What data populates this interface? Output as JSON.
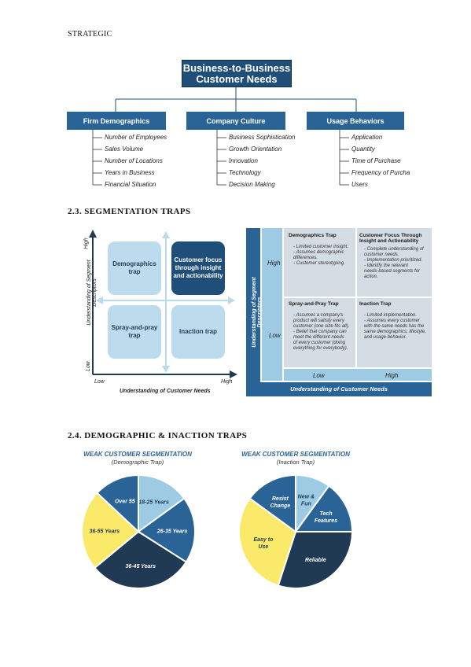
{
  "header": {
    "label": "STRATEGIC"
  },
  "tree": {
    "root": "Business-to-Business Customer Needs",
    "categories": [
      {
        "label": "Firm Demographics",
        "items": [
          "Number of Employees",
          "Sales Volume",
          "Number of Locations",
          "Years in Business",
          "Financial Situation"
        ]
      },
      {
        "label": "Company Culture",
        "items": [
          "Business Sophistication",
          "Growth Orientation",
          "Innovation",
          "Technology",
          "Decision Making"
        ]
      },
      {
        "label": "Usage Behaviors",
        "items": [
          "Application",
          "Quantity",
          "Time of Purchase",
          "Frequency of Purcha",
          "Users"
        ]
      }
    ]
  },
  "section_23": {
    "title": "2.3. SEGMENTATION TRAPS",
    "quadrant": {
      "y_axis_label": "Understanding of Segment Descriptors",
      "x_axis_label": "Understanding of Customer Needs",
      "y_high": "High",
      "y_low": "Low",
      "x_low": "Low",
      "x_high": "High",
      "top_left": "Demographics trap",
      "top_right": "Customer focus through insight and actionability",
      "bottom_left": "Spray-and-pray trap",
      "bottom_right": "Inaction trap"
    },
    "table": {
      "y_axis_label": "Understanding of Segment Descriptors",
      "x_axis_label": "Understanding of Customer Needs",
      "row_high": "High",
      "row_low": "Low",
      "col_low": "Low",
      "col_high": "High",
      "top_left": {
        "title": "Demographics Trap",
        "lines": [
          "- Limited customer insight.",
          "- Assumes demographic",
          "differences.",
          "- Customer stereotyping."
        ]
      },
      "top_right": {
        "title": "Customer Focus Through Insight and Actionability",
        "lines": [
          "- Complete understanding of",
          "customer needs.",
          "- Implementation prioritized.",
          "- Identify the relevant",
          "needs-based segments for",
          "action."
        ]
      },
      "bottom_left": {
        "title": "Spray-and-Pray Trap",
        "lines": [
          "- Assumes a company's",
          "product will satisfy every",
          "customer (one size fits all).",
          "- Belief that company can",
          "meet the different needs",
          "of every customer (doing",
          "everything for everybody)."
        ]
      },
      "bottom_right": {
        "title": "Inaction Trap",
        "lines": [
          "- Limited implementation.",
          "- Assumes every customer",
          "with the same needs has the",
          "same demographics, lifestyle,",
          "and usage behavior."
        ]
      }
    }
  },
  "section_24": {
    "title": "2.4. DEMOGRAPHIC & INACTION TRAPS"
  },
  "colors": {
    "navy": "#1f3a52",
    "blue": "#2a6496",
    "light_blue": "#9ecbe4",
    "yellow": "#fbe96a"
  },
  "chart_data": [
    {
      "type": "pie",
      "title": "WEAK CUSTOMER SEGMENTATION",
      "subtitle": "(Demographic Trap)",
      "categories": [
        "18-25 Years",
        "26-35 Years",
        "36-45 Years",
        "36-55 Years",
        "Over 55"
      ],
      "values": [
        15,
        19,
        30,
        23,
        13
      ],
      "colors": [
        "#9ecbe4",
        "#2a6496",
        "#1f3a52",
        "#fbe96a",
        "#2a6496"
      ],
      "label_colors": [
        "#1f3a52",
        "#ffffff",
        "#ffffff",
        "#1f3a52",
        "#ffffff"
      ]
    },
    {
      "type": "pie",
      "title": "WEAK CUSTOMER SEGMENTATION",
      "subtitle": "(Inaction Trap)",
      "categories": [
        "New & Fun",
        "Tech Features",
        "Reliable",
        "Easy to Use",
        "Resist Change"
      ],
      "values": [
        10,
        15,
        30,
        30,
        15
      ],
      "colors": [
        "#9ecbe4",
        "#2a6496",
        "#1f3a52",
        "#fbe96a",
        "#2a6496"
      ],
      "label_colors": [
        "#1f3a52",
        "#ffffff",
        "#ffffff",
        "#1f3a52",
        "#ffffff"
      ]
    }
  ]
}
